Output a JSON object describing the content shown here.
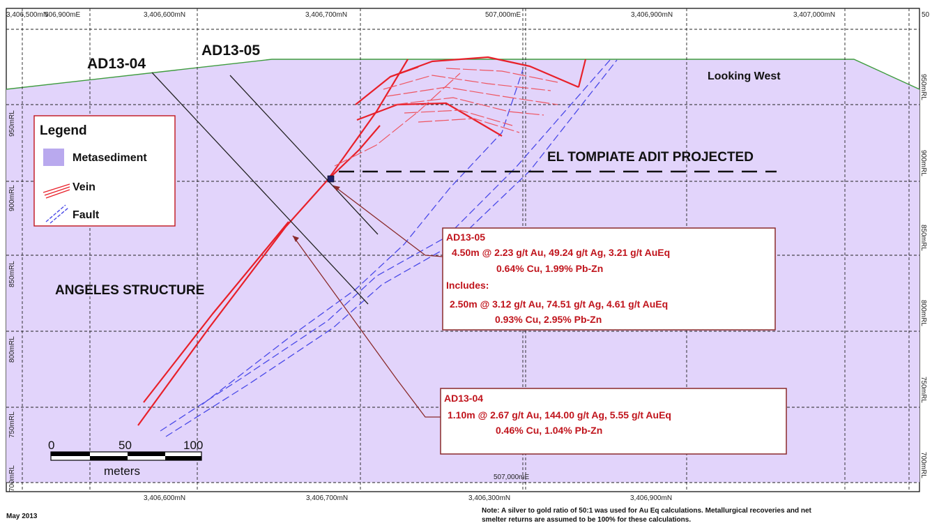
{
  "header": {
    "top_ticks": [
      "3,406,500mN",
      "506,900mE",
      "3,406,600mN",
      "3,406,700mN",
      "507,000mE",
      "3,406,900mN",
      "3,407,000mN",
      "50"
    ],
    "bottom_ticks": [
      "3,406,600mN",
      "3,406,700mN",
      "3,406,300mN",
      "3,406,900mN"
    ],
    "bottom_inner_label": "507,000mE",
    "left_rl": [
      "950mRL",
      "900mRL",
      "850mRL",
      "800mRL",
      "750mRL",
      "700mRL"
    ],
    "right_rl": [
      "950mRL",
      "900mRL",
      "850mRL",
      "800mRL",
      "750mRL",
      "700mRL"
    ]
  },
  "drillholes": {
    "ad13_04": "AD13-04",
    "ad13_05": "AD13-05"
  },
  "labels": {
    "looking": "Looking West",
    "adit": "EL TOMPIATE ADIT PROJECTED",
    "structure": "ANGELES STRUCTURE"
  },
  "legend": {
    "title": "Legend",
    "items": [
      {
        "label": "Metasediment",
        "icon": "metasediment-swatch"
      },
      {
        "label": "Vein",
        "icon": "vein-lines"
      },
      {
        "label": "Fault",
        "icon": "fault-lines"
      }
    ]
  },
  "annotation_ad13_05": {
    "title": "AD13-05",
    "line1": "4.50m @ 2.23 g/t Au, 49.24 g/t Ag, 3.21 g/t AuEq",
    "line2": "0.64% Cu, 1.99% Pb-Zn",
    "includes": "Includes:",
    "line3": "2.50m @ 3.12 g/t Au, 74.51 g/t Ag, 4.61 g/t AuEq",
    "line4": "0.93% Cu, 2.95% Pb-Zn"
  },
  "annotation_ad13_04": {
    "title": "AD13-04",
    "line1": "1.10m @ 2.67 g/t Au, 144.00 g/t Ag, 5.55 g/t AuEq",
    "line2": "0.46% Cu, 1.04% Pb-Zn"
  },
  "scale": {
    "t0": "0",
    "t50": "50",
    "t100": "100",
    "units": "meters"
  },
  "footer": {
    "date": "May 2013",
    "note1": "Note: A silver to gold ratio of 50:1 was used for Au Eq calculations. Metallurgical recoveries and net",
    "note2": "smelter returns are assumed to be 100% for these calculations."
  },
  "colors": {
    "metasediment": "#e2d4fb",
    "vein": "#e8202a",
    "fault": "#4a4ae8",
    "topography": "#3e9c3e",
    "annotation": "#c0141c",
    "leader": "#8a2a2a"
  }
}
